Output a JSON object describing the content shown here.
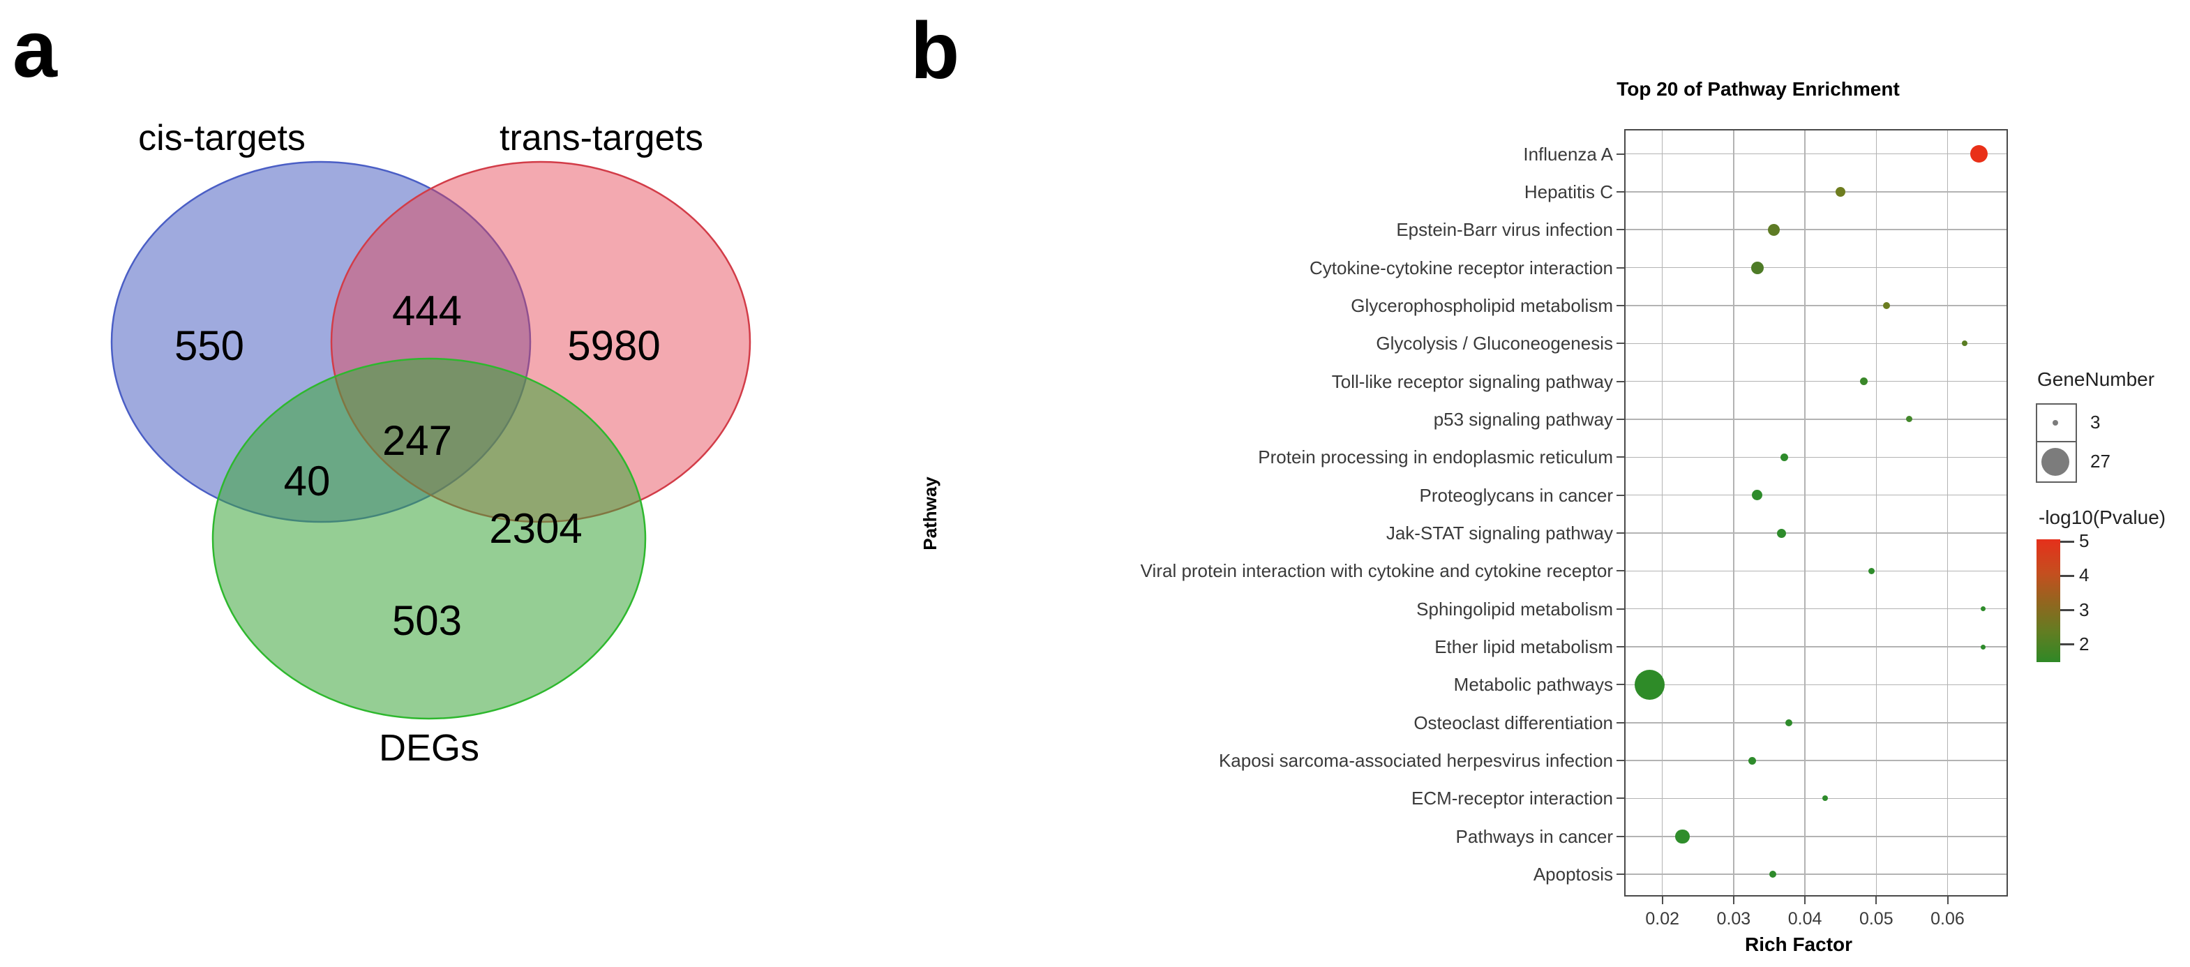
{
  "panels": {
    "a_label": "a",
    "b_label": "b"
  },
  "venn": {
    "sets": [
      {
        "label": "cis-targets",
        "fill": "rgba(80,100,195,0.55)",
        "stroke": "#4a5ec5"
      },
      {
        "label": "trans-targets",
        "fill": "rgba(228,65,80,0.45)",
        "stroke": "#d23c48"
      },
      {
        "label": "DEGs",
        "fill": "rgba(62,165,60,0.55)",
        "stroke": "#2eb82e"
      }
    ],
    "counts": [
      {
        "value": "550",
        "region": "cis-targets only"
      },
      {
        "value": "444",
        "region": "cis-targets and trans-targets"
      },
      {
        "value": "5980",
        "region": "trans-targets only"
      },
      {
        "value": "247",
        "region": "cis-targets, trans-targets and DEGs"
      },
      {
        "value": "40",
        "region": "cis-targets and DEGs"
      },
      {
        "value": "2304",
        "region": "trans-targets and DEGs"
      },
      {
        "value": "503",
        "region": "DEGs only"
      }
    ]
  },
  "chart_data": {
    "type": "scatter",
    "title": "Top 20 of Pathway Enrichment",
    "xlabel": "Rich Factor",
    "ylabel": "Pathway",
    "x_tick_labels": [
      "0.02",
      "0.03",
      "0.04",
      "0.05",
      "0.06"
    ],
    "x_ticks": [
      0.02,
      0.03,
      0.04,
      0.05,
      0.06
    ],
    "xlim": [
      0.0148,
      0.0683
    ],
    "grid": true,
    "points": [
      {
        "pathway": "Influenza A",
        "rich_factor": 0.0644,
        "neg_log10_pvalue": 5.0,
        "dot_radius_px": 12.5,
        "color": "#e93018"
      },
      {
        "pathway": "Hepatitis C",
        "rich_factor": 0.045,
        "neg_log10_pvalue": 2.9,
        "dot_radius_px": 7.0,
        "color": "#6e7d1f"
      },
      {
        "pathway": "Epstein-Barr virus infection",
        "rich_factor": 0.0356,
        "neg_log10_pvalue": 2.8,
        "dot_radius_px": 8.5,
        "color": "#5e7b25"
      },
      {
        "pathway": "Cytokine-cytokine receptor interaction",
        "rich_factor": 0.0333,
        "neg_log10_pvalue": 2.5,
        "dot_radius_px": 9.0,
        "color": "#4e7b27"
      },
      {
        "pathway": "Glycerophospholipid metabolism",
        "rich_factor": 0.0514,
        "neg_log10_pvalue": 2.9,
        "dot_radius_px": 5.0,
        "color": "#6b7d20"
      },
      {
        "pathway": "Glycolysis / Gluconeogenesis",
        "rich_factor": 0.0624,
        "neg_log10_pvalue": 2.7,
        "dot_radius_px": 4.0,
        "color": "#5a7d23"
      },
      {
        "pathway": "Toll-like receptor signaling pathway",
        "rich_factor": 0.0483,
        "neg_log10_pvalue": 2.2,
        "dot_radius_px": 5.5,
        "color": "#3a8729"
      },
      {
        "pathway": "p53 signaling pathway",
        "rich_factor": 0.0546,
        "neg_log10_pvalue": 2.3,
        "dot_radius_px": 4.5,
        "color": "#43872a"
      },
      {
        "pathway": "Protein processing in endoplasmic reticulum",
        "rich_factor": 0.0371,
        "neg_log10_pvalue": 2.0,
        "dot_radius_px": 5.5,
        "color": "#2e8b2b"
      },
      {
        "pathway": "Proteoglycans in cancer",
        "rich_factor": 0.0333,
        "neg_log10_pvalue": 2.0,
        "dot_radius_px": 7.5,
        "color": "#2e8b2b"
      },
      {
        "pathway": "Jak-STAT signaling pathway",
        "rich_factor": 0.0367,
        "neg_log10_pvalue": 2.0,
        "dot_radius_px": 6.5,
        "color": "#2e8b2b"
      },
      {
        "pathway": "Viral protein interaction with cytokine and cytokine receptor",
        "rich_factor": 0.0493,
        "neg_log10_pvalue": 2.0,
        "dot_radius_px": 4.5,
        "color": "#2f8c2c"
      },
      {
        "pathway": "Sphingolipid metabolism",
        "rich_factor": 0.065,
        "neg_log10_pvalue": 2.0,
        "dot_radius_px": 3.5,
        "color": "#2e8b2b"
      },
      {
        "pathway": "Ether lipid metabolism",
        "rich_factor": 0.065,
        "neg_log10_pvalue": 2.0,
        "dot_radius_px": 3.5,
        "color": "#2e8b2b"
      },
      {
        "pathway": "Metabolic pathways",
        "rich_factor": 0.0182,
        "neg_log10_pvalue": 1.9,
        "dot_radius_px": 21.5,
        "color": "#2e8b28"
      },
      {
        "pathway": "Osteoclast differentiation",
        "rich_factor": 0.0377,
        "neg_log10_pvalue": 2.0,
        "dot_radius_px": 5.0,
        "color": "#2e8b2b"
      },
      {
        "pathway": "Kaposi sarcoma-associated herpesvirus infection",
        "rich_factor": 0.0326,
        "neg_log10_pvalue": 2.0,
        "dot_radius_px": 5.5,
        "color": "#2e8b2b"
      },
      {
        "pathway": "ECM-receptor interaction",
        "rich_factor": 0.0428,
        "neg_log10_pvalue": 2.0,
        "dot_radius_px": 4.0,
        "color": "#2e8b2b"
      },
      {
        "pathway": "Pathways in cancer",
        "rich_factor": 0.0228,
        "neg_log10_pvalue": 1.9,
        "dot_radius_px": 10.3,
        "color": "#2f8d2b"
      },
      {
        "pathway": "Apoptosis",
        "rich_factor": 0.0355,
        "neg_log10_pvalue": 2.0,
        "dot_radius_px": 5.0,
        "color": "#2e8b2b"
      }
    ],
    "legend": {
      "size": {
        "title": "GeneNumber",
        "dot_color": "#7c7c7c",
        "entries": [
          {
            "label": "3",
            "radius_px": 4
          },
          {
            "label": "27",
            "radius_px": 20
          }
        ]
      },
      "color": {
        "title": "-log10(Pvalue)",
        "tick_labels": [
          "5",
          "4",
          "3",
          "2"
        ],
        "gradient_top": "#e5301b",
        "gradient_mid": "#91661f",
        "gradient_bottom": "#2f8826"
      }
    }
  }
}
